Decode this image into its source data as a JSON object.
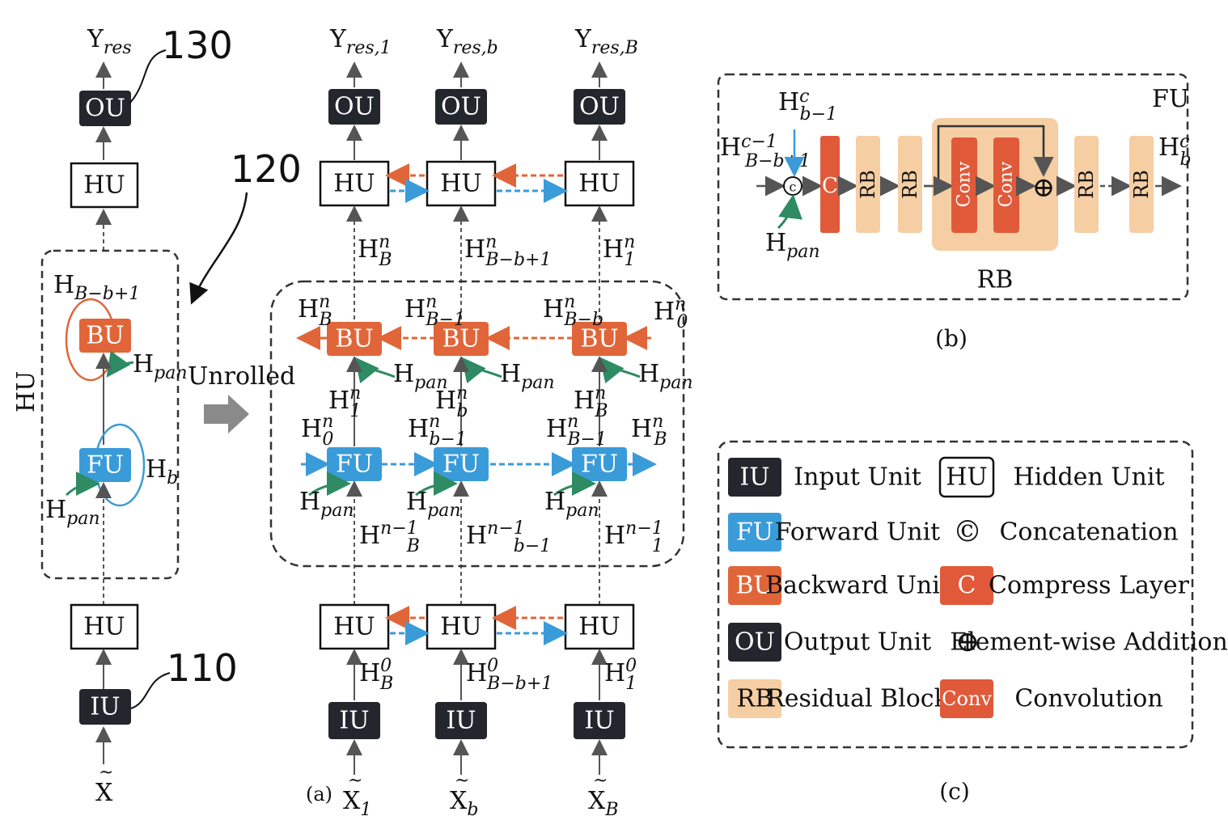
{
  "reference_numbers": {
    "ou": "130",
    "hu_group": "120",
    "iu": "110"
  },
  "left": {
    "y_out": "Y",
    "y_out_sub": "res",
    "ou": "OU",
    "hu_top": "HU",
    "hu_bottom": "HU",
    "iu": "IU",
    "bu": "BU",
    "fu": "FU",
    "group_label": "HU",
    "h_back": "H",
    "h_back_sub": "B−b+1",
    "h_pan_bu": "H",
    "h_pan_bu_sub": "pan",
    "h_pan_fu": "H",
    "h_pan_fu_sub": "pan",
    "h_fwd": "H",
    "h_fwd_sub": "b",
    "x_in": "X"
  },
  "unrolled_label": "Unrolled",
  "middle": {
    "columns": [
      {
        "y": "Y",
        "y_sub": "res,1",
        "x": "X",
        "x_sub": "1",
        "h_top": "H",
        "h_top_sub": "B",
        "h_top_sup": "n",
        "h_bot": "H",
        "h_bot_sub": "B",
        "h_bot_sup": "0",
        "h_loop_in": "H",
        "h_loop_in_sub": "B",
        "h_loop_in_sup": "n−1",
        "h_bu_left": "H",
        "h_bu_left_sub": "B",
        "h_bu_left_sup": "n",
        "h_fu_left": "H",
        "h_fu_left_sub": "0",
        "h_fu_left_sup": "n",
        "h_up": "H",
        "h_up_sub": "1",
        "h_up_sup": "n"
      },
      {
        "y": "Y",
        "y_sub": "res,b",
        "x": "X",
        "x_sub": "b",
        "h_top": "H",
        "h_top_sub": "B−b+1",
        "h_top_sup": "n",
        "h_bot": "H",
        "h_bot_sub": "B−b+1",
        "h_bot_sup": "0",
        "h_loop_in": "H",
        "h_loop_in_sub": "b−1",
        "h_loop_in_sup": "n−1",
        "h_bu_left": "H",
        "h_bu_left_sub": "B−1",
        "h_bu_left_sup": "n",
        "h_fu_left": "H",
        "h_fu_left_sub": "b−1",
        "h_fu_left_sup": "n",
        "h_up": "H",
        "h_up_sub": "b",
        "h_up_sup": "n"
      },
      {
        "y": "Y",
        "y_sub": "res,B",
        "x": "X",
        "x_sub": "B",
        "h_top": "H",
        "h_top_sub": "1",
        "h_top_sup": "n",
        "h_bot": "H",
        "h_bot_sub": "1",
        "h_bot_sup": "0",
        "h_loop_in": "H",
        "h_loop_in_sub": "1",
        "h_loop_in_sup": "n−1",
        "h_bu_left": "H",
        "h_bu_left_sub": "B−b",
        "h_bu_left_sup": "n",
        "h_fu_left": "H",
        "h_fu_left_sub": "B−1",
        "h_fu_left_sup": "n",
        "h_up": "H",
        "h_up_sub": "B",
        "h_up_sup": "n"
      }
    ],
    "h_bu_right": "H",
    "h_bu_right_sub": "0",
    "h_bu_right_sup": "n",
    "h_fu_right": "H",
    "h_fu_right_sub": "B",
    "h_fu_right_sup": "n",
    "h_pan": "H",
    "h_pan_sub": "pan",
    "ou": "OU",
    "hu": "HU",
    "iu": "IU",
    "bu": "BU",
    "fu": "FU"
  },
  "caption_a": "(a)",
  "fu_detail": {
    "title": "FU",
    "h_in": "H",
    "h_in_sub": "B−b+1",
    "h_in_sup": "c−1",
    "h_top": "H",
    "h_top_sub": "b−1",
    "h_top_sup": "c",
    "h_pan": "H",
    "h_pan_sub": "pan",
    "h_out": "H",
    "h_out_sub": "b",
    "h_out_sup": "c",
    "concat": "c",
    "compress": "C",
    "rb": "RB",
    "conv": "Conv",
    "rb_group_label": "RB",
    "plus": "⊕"
  },
  "caption_b": "(b)",
  "legend": [
    {
      "key": "IU",
      "label": "Input Unit",
      "color": "#23262d"
    },
    {
      "key": "FU",
      "label": "Forward Unit",
      "color": "#3a9bd9"
    },
    {
      "key": "BU",
      "label": "Backward Unit",
      "color": "#e0663a"
    },
    {
      "key": "OU",
      "label": "Output Unit",
      "color": "#23262d"
    },
    {
      "key": "RB",
      "label": "Residual Block",
      "color": "#f5ceA3"
    },
    {
      "key": "HU",
      "label": "Hidden Unit",
      "color": "#ffffff"
    },
    {
      "key": "©",
      "label": "Concatenation",
      "color": "#ffffff"
    },
    {
      "key": "C",
      "label": "Compress Layer",
      "color": "#e05a3a"
    },
    {
      "key": "⊕",
      "label": "Element-wise Addition",
      "color": "#ffffff"
    },
    {
      "key": "Conv",
      "label": "Convolution",
      "color": "#e05a3a"
    }
  ],
  "caption_c": "(c)",
  "colors": {
    "dark": "#23262d",
    "blue": "#3a9bd9",
    "orange": "#e0663a",
    "green": "#2e8b63",
    "peach": "#f5cea3",
    "red": "#e05a3a"
  }
}
